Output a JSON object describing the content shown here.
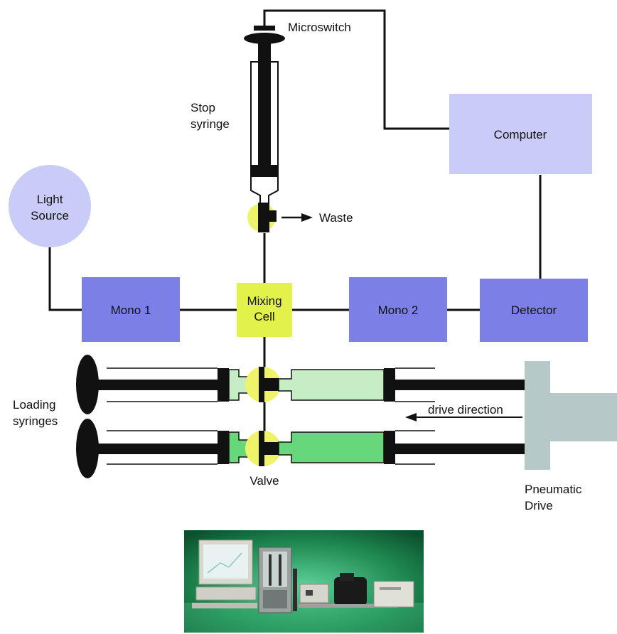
{
  "diagram": {
    "microswitch": "Microswitch",
    "stop_syringe_line1": "Stop",
    "stop_syringe_line2": "syringe",
    "computer": "Computer",
    "light_source_line1": "Light",
    "light_source_line2": "Source",
    "waste": "Waste",
    "mono1": "Mono 1",
    "mixing_cell_line1": "Mixing",
    "mixing_cell_line2": "Cell",
    "mono2": "Mono 2",
    "detector": "Detector",
    "loading_syringes_line1": "Loading",
    "loading_syringes_line2": "syringes",
    "drive_direction": "drive direction",
    "valve": "Valve",
    "pneumatic_drive_line1": "Pneumatic",
    "pneumatic_drive_line2": "Drive"
  },
  "colors": {
    "box_purple": "#7b7fe6",
    "computer_box": "#c9ccf6",
    "light_source": "#c9ccf6",
    "mixing_cell": "#e3f24a",
    "valve_yellow": "#eef36a",
    "light_green": "#c6edc6",
    "medium_green": "#67d77b",
    "pneumatic_gray": "#b7c8c8",
    "photo_background": "#1f8a52"
  },
  "photo": {
    "description_icon": "instrument-photo"
  }
}
